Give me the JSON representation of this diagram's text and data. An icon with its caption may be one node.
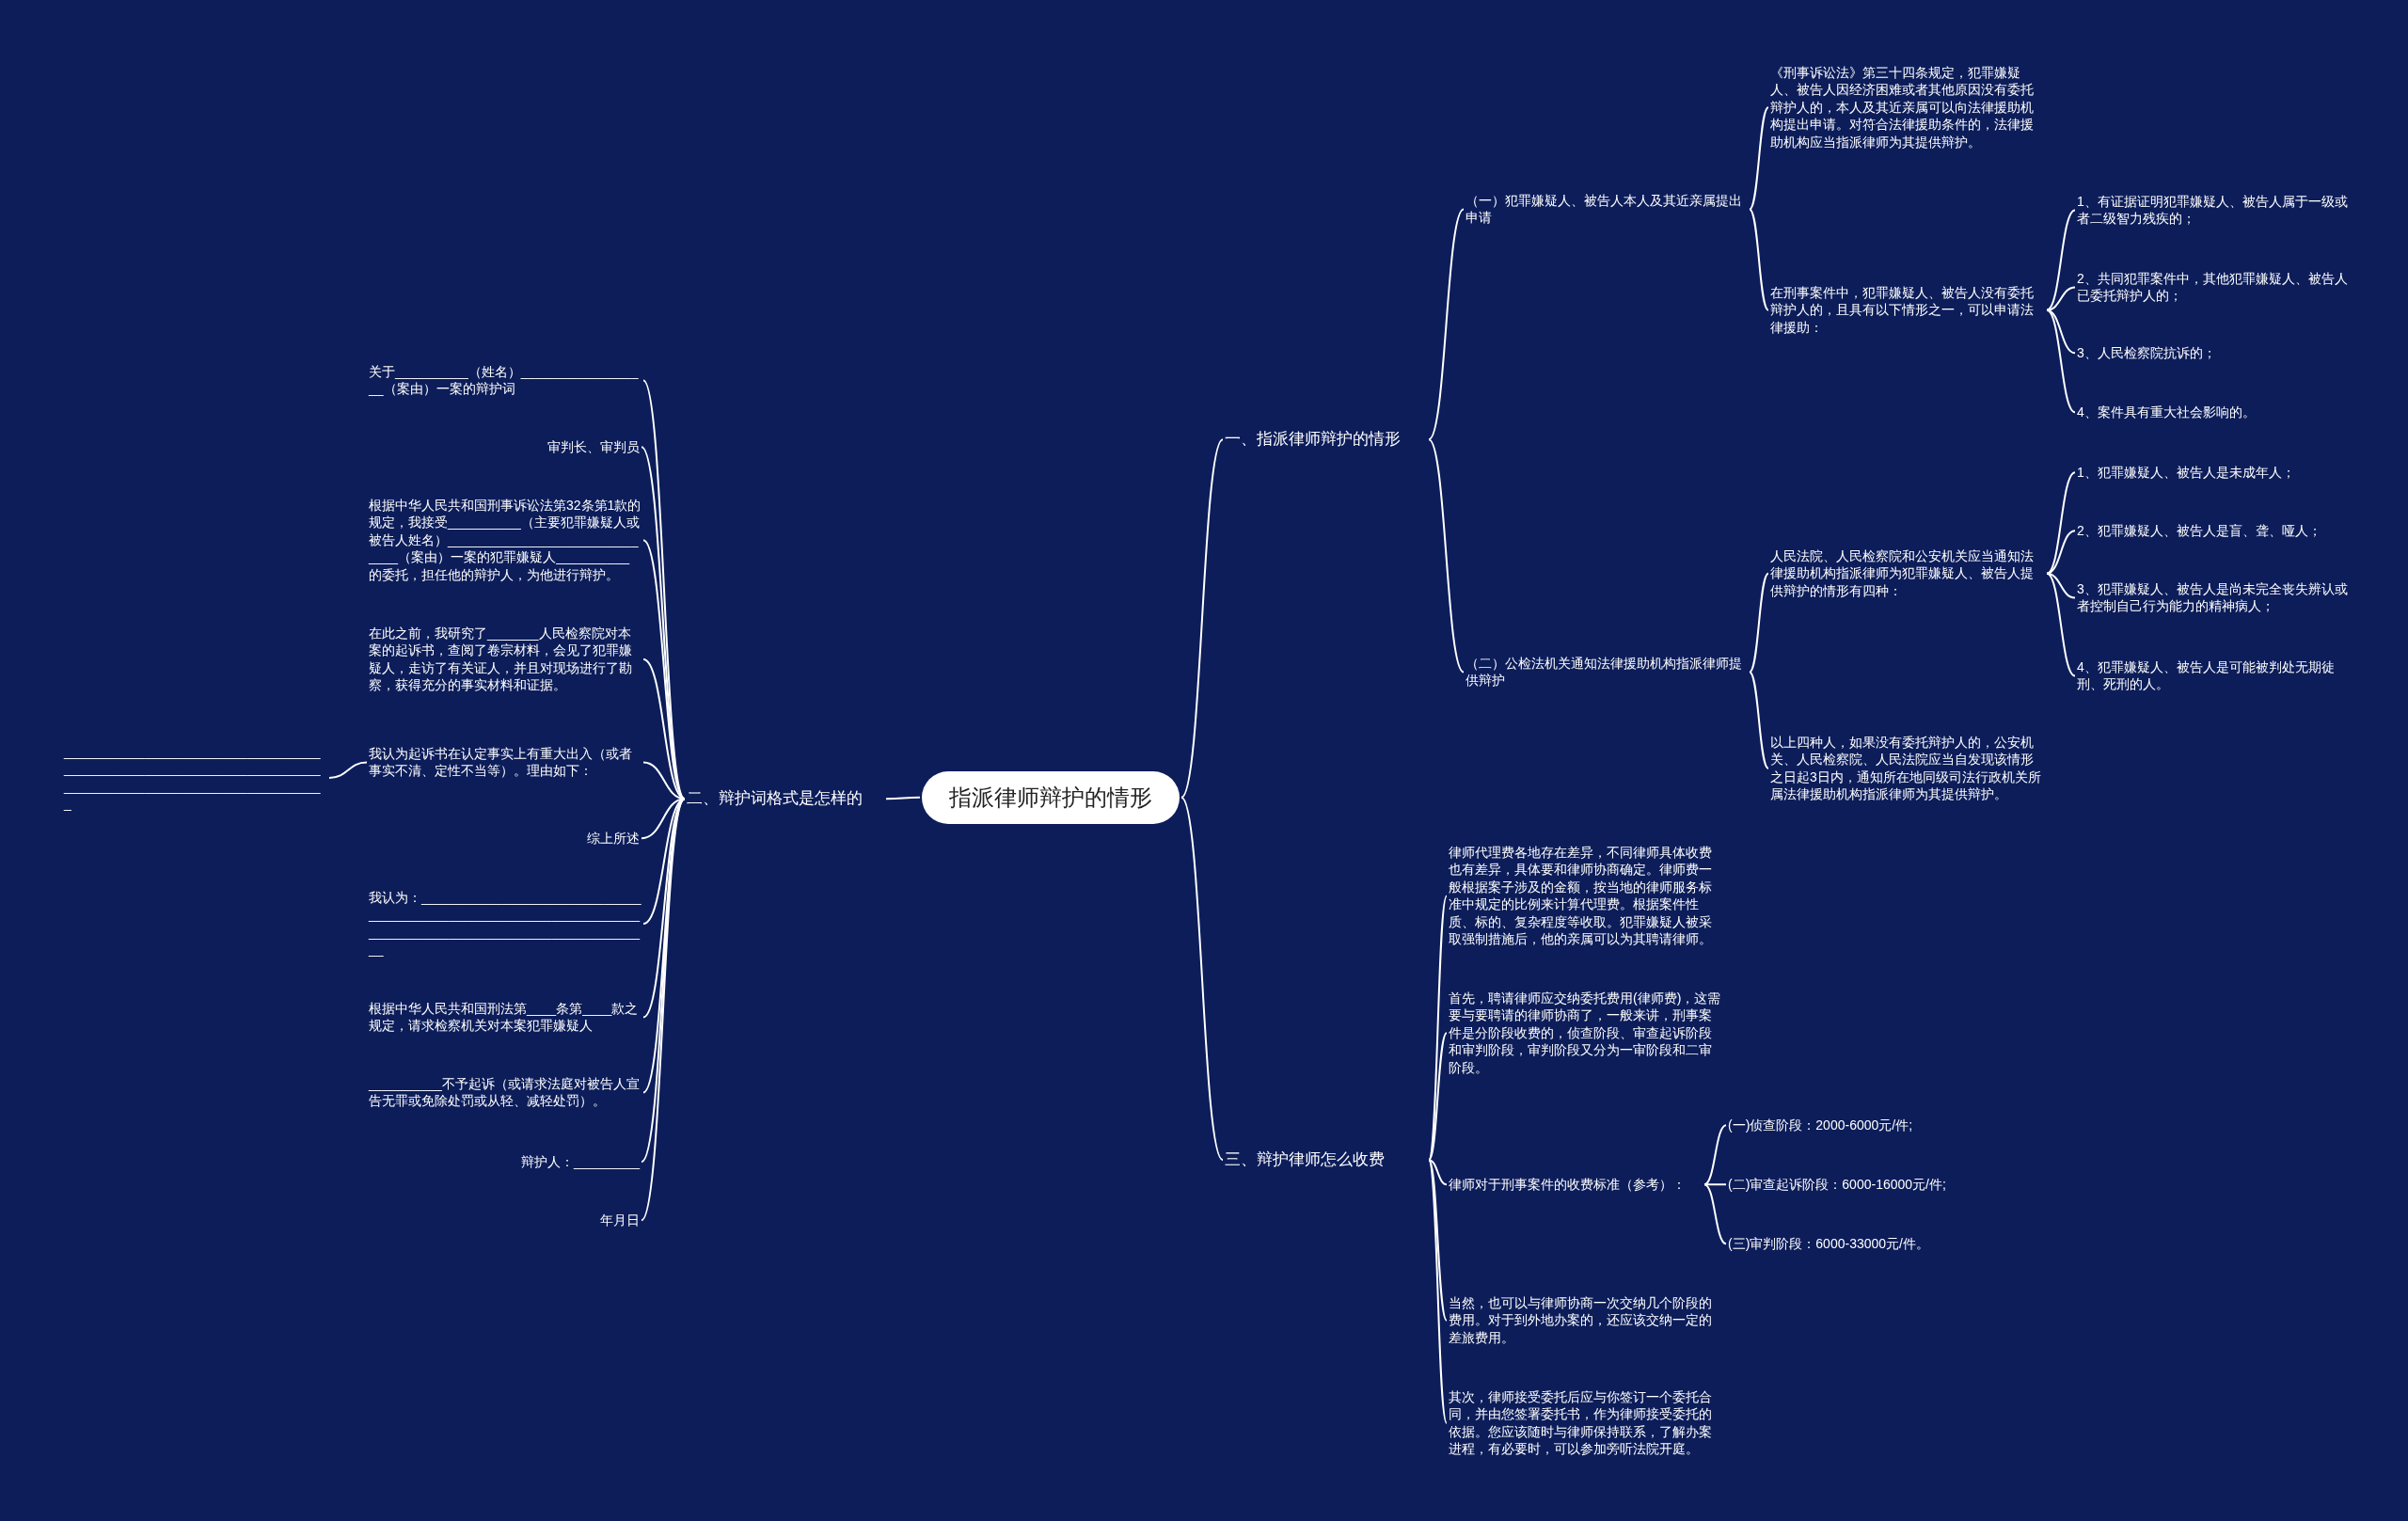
{
  "diagram": {
    "nodes": [
      {
        "text": [
          "指派律师辩护的情形"
        ]
      },
      {
        "text": [
          "一、指派律师辩护的情形"
        ]
      },
      {
        "text": [
          "（一）犯罪嫌疑人、被告人本人及其近亲属提出申请"
        ]
      },
      {
        "text": [
          "《刑事诉讼法》第三十四条规定，犯罪嫌疑人、被告人因经济困难或者其他原因没有委托辩护人的，本人及其近亲属可以向法律援助机构提出申请。对符合法律援助条件的，法律援助机构应当指派律师为其提供辩护。"
        ]
      },
      {
        "text": [
          "在刑事案件中，犯罪嫌疑人、被告人没有委托辩护人的，且具有以下情形之一，可以申请法律援助："
        ]
      },
      {
        "text": [
          "1、有证据证明犯罪嫌疑人、被告人属于一级或者二级智力残疾的；"
        ]
      },
      {
        "text": [
          "2、共同犯罪案件中，其他犯罪嫌疑人、被告人已委托辩护人的；"
        ]
      },
      {
        "text": [
          "3、人民检察院抗诉的；"
        ]
      },
      {
        "text": [
          "4、案件具有重大社会影响的。"
        ]
      },
      {
        "text": [
          "（二）公检法机关通知法律援助机构指派律师提供辩护"
        ]
      },
      {
        "text": [
          "人民法院、人民检察院和公安机关应当通知法律援助机构指派律师为犯罪嫌疑人、被告人提供辩护的情形有四种："
        ]
      },
      {
        "text": [
          "1、犯罪嫌疑人、被告人是未成年人；"
        ]
      },
      {
        "text": [
          "2、犯罪嫌疑人、被告人是盲、聋、哑人；"
        ]
      },
      {
        "text": [
          "3、犯罪嫌疑人、被告人是尚未完全丧失辨认或者控制自己行为能力的精神病人；"
        ]
      },
      {
        "text": [
          "4、犯罪嫌疑人、被告人是可能被判处无期徒刑、死刑的人。"
        ]
      },
      {
        "text": [
          "以上四种人，如果没有委托辩护人的，公安机关、人民检察院、人民法院应当自发现该情形之日起3日内，通知所在地同级司法行政机关所属法律援助机构指派律师为其提供辩护。"
        ]
      },
      {
        "text": [
          "三、辩护律师怎么收费"
        ]
      },
      {
        "text": [
          "律师代理费各地存在差异，不同律师具体收费也有差异，具体要和律师协商确定。律师费一般根据案子涉及的金额，按当地的律师服务标准中规定的比例来计算代理费。根据案件性质、标的、复杂程度等收取。犯罪嫌疑人被采取强制措施后，他的亲属可以为其聘请律师。"
        ]
      },
      {
        "text": [
          "首先，聘请律师应交纳委托费用(律师费)，这需要与要聘请的律师协商了，一般来讲，刑事案件是分阶段收费的，侦查阶段、审查起诉阶段和审判阶段，审判阶段又分为一审阶段和二审阶段。"
        ]
      },
      {
        "text": [
          "律师对于刑事案件的收费标准（参考）："
        ]
      },
      {
        "text": [
          "(一)侦查阶段：2000-6000元/件;"
        ]
      },
      {
        "text": [
          "(二)审查起诉阶段：6000-16000元/件;"
        ]
      },
      {
        "text": [
          "(三)审判阶段：6000-33000元/件。"
        ]
      },
      {
        "text": [
          "当然，也可以与律师协商一次交纳几个阶段的费用。对于到外地办案的，还应该交纳一定的差旅费用。"
        ]
      },
      {
        "text": [
          "其次，律师接受委托后应与你签订一个委托合同，并由您签署委托书，作为律师接受委托的依据。您应该随时与律师保持联系，了解办案进程，有必要时，可以参加旁听法院开庭。"
        ]
      },
      {
        "text": [
          "二、辩护词格式是怎样的"
        ]
      },
      {
        "text": [
          "关于__________（姓名）__________________（案由）一案的辩护词"
        ]
      },
      {
        "text": [
          "审判长、审判员"
        ]
      },
      {
        "text": [
          "根据中华人民共和国刑事诉讼法第32条第1款的规定，我接受__________（主要犯罪嫌疑人或被告人姓名）______________________________（案由）一案的犯罪嫌疑人__________的委托，担任他的辩护人，为他进行辩护。"
        ]
      },
      {
        "text": [
          "在此之前，我研究了_______人民检察院对本案的起诉书，查阅了卷宗材料，会见了犯罪嫌疑人，走访了有关证人，并且对现场进行了勘察，获得充分的事实材料和证据。"
        ]
      },
      {
        "text": [
          "我认为起诉书在认定事实上有重大出入（或者事实不清、定性不当等）。理由如下："
        ]
      },
      {
        "text": [
          "__________________________________________________________________________________________________________"
        ]
      },
      {
        "text": [
          "综上所述"
        ]
      },
      {
        "text": [
          "我认为：__________________________________________________________________________________________________________"
        ]
      },
      {
        "text": [
          "根据中华人民共和国刑法第____条第____款之规定，请求检察机关对本案犯罪嫌疑人"
        ]
      },
      {
        "text": [
          "__________不予起诉（或请求法庭对被告人宣告无罪或免除处罚或从轻、减轻处罚）。"
        ]
      },
      {
        "text": [
          "辩护人：_________"
        ]
      },
      {
        "text": [
          "年月日"
        ]
      }
    ],
    "edges": [
      {
        "from": 0,
        "to": 1,
        "arrow": "none"
      },
      {
        "from": 1,
        "to": 2,
        "arrow": "none"
      },
      {
        "from": 2,
        "to": 3,
        "arrow": "none"
      },
      {
        "from": 2,
        "to": 4,
        "arrow": "none"
      },
      {
        "from": 4,
        "to": 5,
        "arrow": "none"
      },
      {
        "from": 4,
        "to": 6,
        "arrow": "none"
      },
      {
        "from": 4,
        "to": 7,
        "arrow": "none"
      },
      {
        "from": 4,
        "to": 8,
        "arrow": "none"
      },
      {
        "from": 1,
        "to": 9,
        "arrow": "none"
      },
      {
        "from": 9,
        "to": 10,
        "arrow": "none"
      },
      {
        "from": 10,
        "to": 11,
        "arrow": "none"
      },
      {
        "from": 10,
        "to": 12,
        "arrow": "none"
      },
      {
        "from": 10,
        "to": 13,
        "arrow": "none"
      },
      {
        "from": 10,
        "to": 14,
        "arrow": "none"
      },
      {
        "from": 9,
        "to": 15,
        "arrow": "none"
      },
      {
        "from": 0,
        "to": 16,
        "arrow": "none"
      },
      {
        "from": 16,
        "to": 17,
        "arrow": "none"
      },
      {
        "from": 16,
        "to": 18,
        "arrow": "none"
      },
      {
        "from": 16,
        "to": 19,
        "arrow": "none"
      },
      {
        "from": 19,
        "to": 20,
        "arrow": "none"
      },
      {
        "from": 19,
        "to": 21,
        "arrow": "none"
      },
      {
        "from": 19,
        "to": 22,
        "arrow": "none"
      },
      {
        "from": 16,
        "to": 23,
        "arrow": "none"
      },
      {
        "from": 16,
        "to": 24,
        "arrow": "none"
      },
      {
        "from": 0,
        "to": 25,
        "arrow": "none"
      },
      {
        "from": 25,
        "to": 26,
        "arrow": "none"
      },
      {
        "from": 25,
        "to": 27,
        "arrow": "none"
      },
      {
        "from": 25,
        "to": 28,
        "arrow": "none"
      },
      {
        "from": 25,
        "to": 29,
        "arrow": "none"
      },
      {
        "from": 25,
        "to": 30,
        "arrow": "none"
      },
      {
        "from": 30,
        "to": 31,
        "arrow": "none"
      },
      {
        "from": 25,
        "to": 32,
        "arrow": "none"
      },
      {
        "from": 25,
        "to": 33,
        "arrow": "none"
      },
      {
        "from": 25,
        "to": 34,
        "arrow": "none"
      },
      {
        "from": 25,
        "to": 35,
        "arrow": "none"
      },
      {
        "from": 25,
        "to": 36,
        "arrow": "none"
      },
      {
        "from": 25,
        "to": 37,
        "arrow": "none"
      }
    ]
  }
}
